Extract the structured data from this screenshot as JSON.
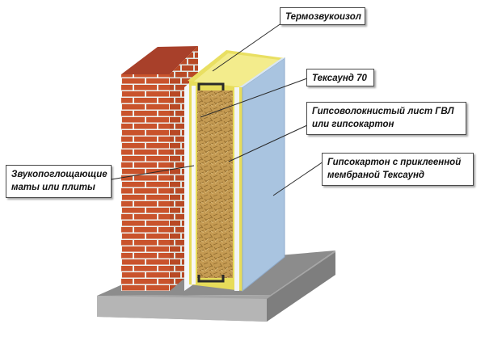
{
  "labels": {
    "termo": "Термозвукоизол",
    "teksaund70": "Тексаунд 70",
    "gvl_line1": "Гипсоволокнистый лист ГВЛ",
    "gvl_line2": "или гипсокартон",
    "gk_line1": "Гипсокартон с приклеенной",
    "gk_line2": "мембраной Тексаунд",
    "mats_line1": "Звукопоглощающие",
    "mats_line2": "маты или плиты"
  },
  "colors": {
    "brick": "#c9532c",
    "mortar": "#eef2ef",
    "insulation": "#c8a157",
    "yellow_membrane": "#eee46a",
    "drywall": "#a9c4e0",
    "base": "#9a9a9a"
  }
}
